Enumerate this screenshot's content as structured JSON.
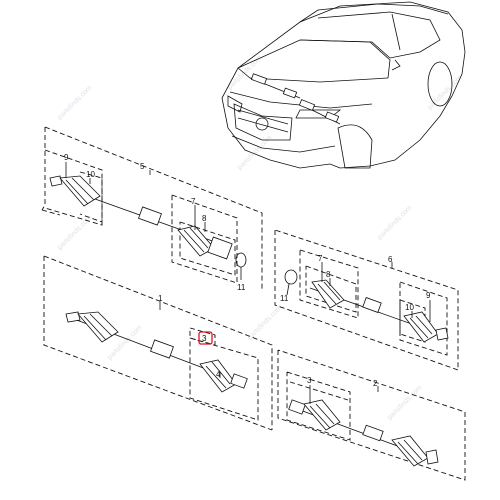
{
  "diagram": {
    "callouts": {
      "c1": "1",
      "c2": "2",
      "c3": "3",
      "c3b": "3",
      "c4": "4",
      "c5": "5",
      "c6": "6",
      "c7a": "7",
      "c7b": "7",
      "c8a": "8",
      "c8b": "8",
      "c9a": "9",
      "c9b": "9",
      "c10a": "10",
      "c10b": "10",
      "c11a": "11",
      "c11b": "11"
    },
    "watermark": "partsfinds.com",
    "highlight_color": "#e0141e"
  }
}
